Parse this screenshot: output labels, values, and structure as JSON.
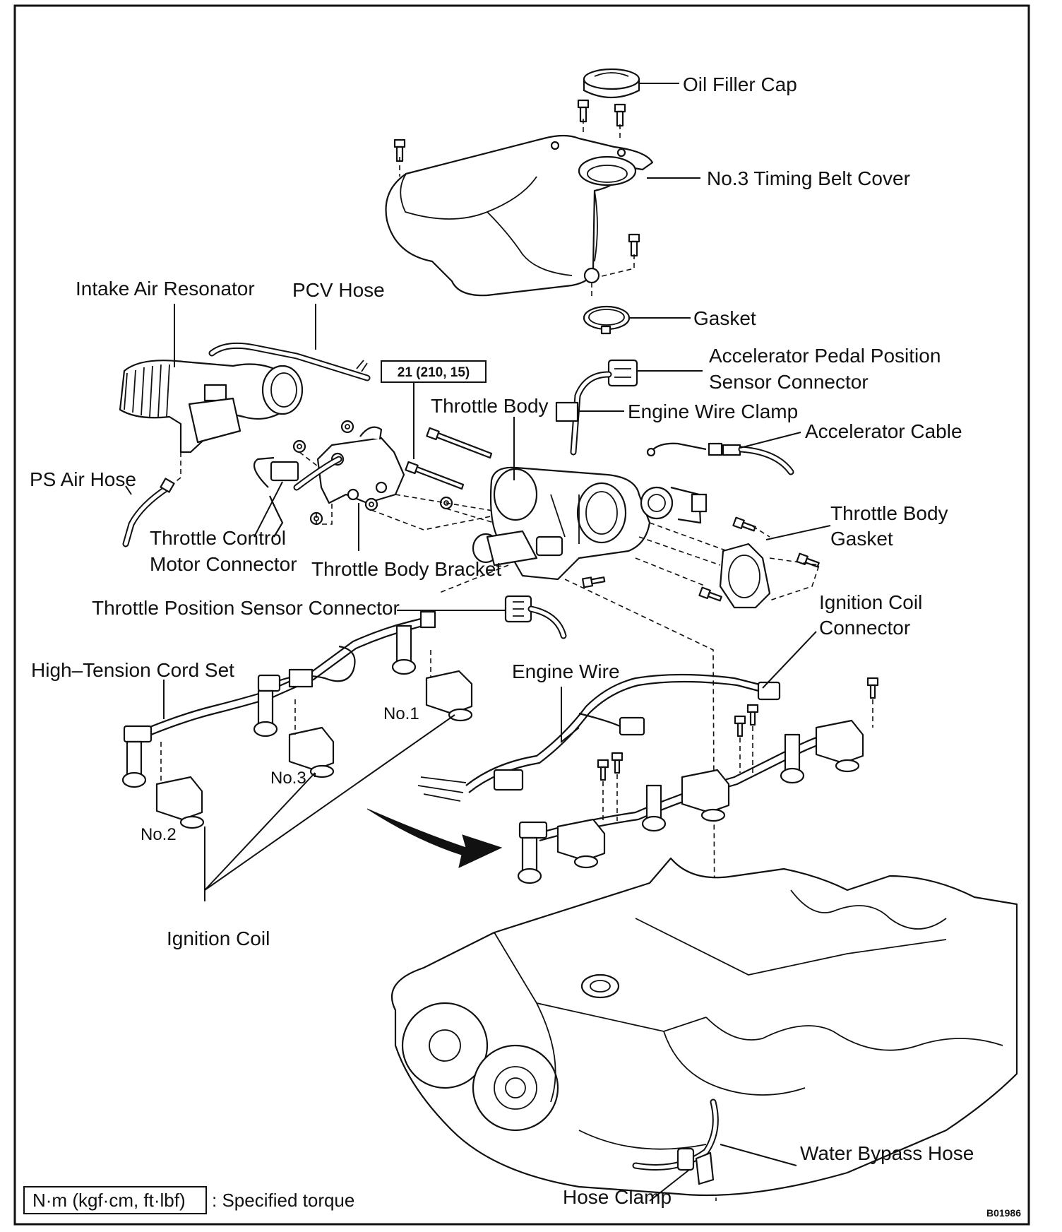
{
  "labels": {
    "oil_filler_cap": "Oil Filler Cap",
    "no3_timing_belt_cover": "No.3 Timing Belt Cover",
    "intake_air_resonator": "Intake Air Resonator",
    "pcv_hose": "PCV Hose",
    "gasket": "Gasket",
    "accelerator_pedal_position_sensor_connector_line1": "Accelerator Pedal Position",
    "accelerator_pedal_position_sensor_connector_line2": "Sensor Connector",
    "throttle_body": "Throttle Body",
    "engine_wire_clamp": "Engine Wire Clamp",
    "accelerator_cable": "Accelerator Cable",
    "ps_air_hose": "PS Air Hose",
    "throttle_control_motor_connector_line1": "Throttle Control",
    "throttle_control_motor_connector_line2": "Motor Connector",
    "throttle_body_bracket": "Throttle Body Bracket",
    "throttle_body_gasket_line1": "Throttle Body",
    "throttle_body_gasket_line2": "Gasket",
    "throttle_position_sensor_connector": "Throttle Position Sensor Connector",
    "ignition_coil_connector_line1": "Ignition Coil",
    "ignition_coil_connector_line2": "Connector",
    "high_tension_cord_set": "High–Tension Cord Set",
    "engine_wire": "Engine Wire",
    "coil_no1": "No.1",
    "coil_no2": "No.2",
    "coil_no3": "No.3",
    "ignition_coil": "Ignition Coil",
    "water_bypass_hose": "Water Bypass Hose",
    "hose_clamp": "Hose Clamp"
  },
  "torque_spec": "21 (210, 15)",
  "legend": {
    "unit_box": "N·m (kgf·cm, ft·lbf)",
    "description": ": Specified torque"
  },
  "figure_code": "B01986"
}
